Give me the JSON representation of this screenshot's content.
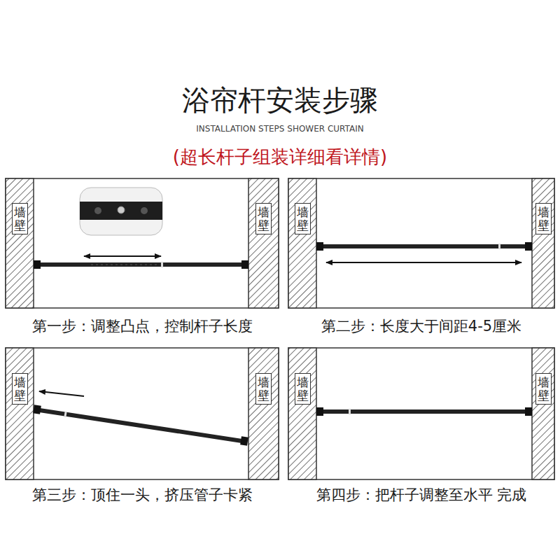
{
  "diagram": {
    "title": "浴帘杆安装步骤",
    "nodes": [
      {
        "text": [
          "墙壁"
        ]
      },
      {
        "text": [
          "墙壁"
        ]
      },
      {
        "text": [
          "墙壁"
        ]
      },
      {
        "text": [
          "墙壁"
        ]
      },
      {
        "text": [
          "墙壁"
        ]
      },
      {
        "text": [
          "墙壁"
        ]
      },
      {
        "text": [
          "墙壁"
        ]
      },
      {
        "text": [
          "墙壁"
        ]
      }
    ],
    "labels": [
      "INSTALLATION STEPS SHOWER CURTAIN",
      "(超长杆子组装详细看详情)",
      "第一步：调整凸点，控制杆子长度",
      "第二步：长度大于间距4-5厘米",
      "第三步：顶住一头，挤压管子卡紧",
      "第四步：把杆子调整至水平 完成"
    ]
  }
}
